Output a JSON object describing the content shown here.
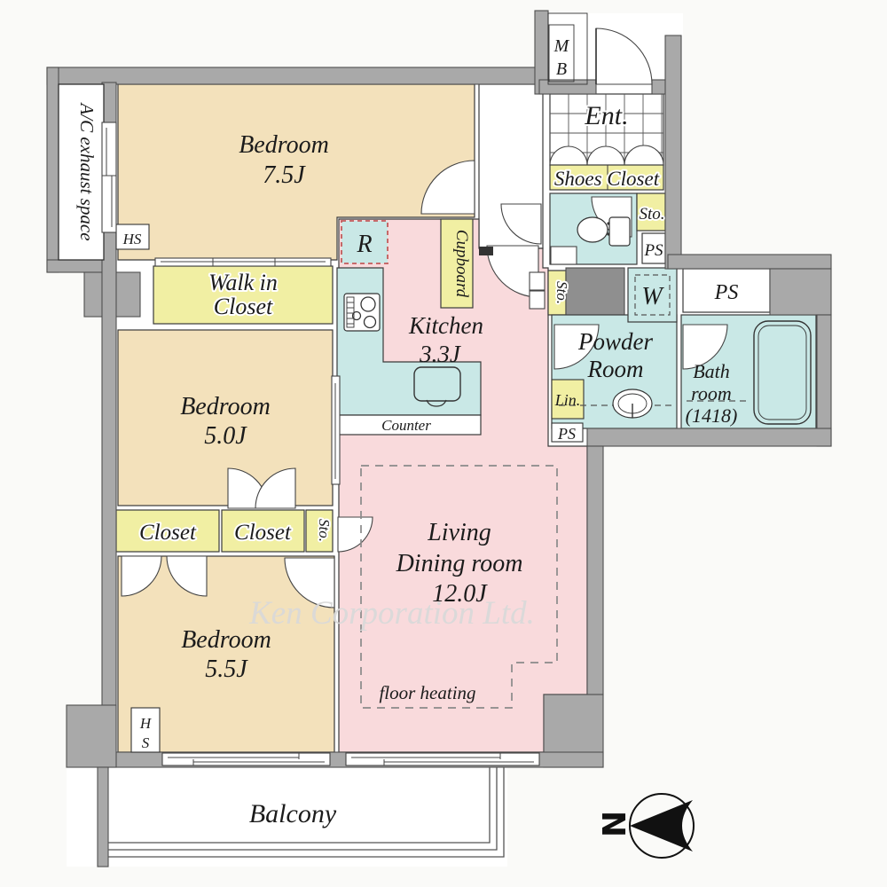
{
  "plan": {
    "watermark": "Ken Corporation Ltd.",
    "compass": {
      "north": "N"
    },
    "outdoor": {
      "balcony": "Balcony",
      "ac_space": "A/C exhaust space"
    },
    "entrance": {
      "hall": "Ent.",
      "shoes_closet": "Shoes Closet",
      "meter_box_m": "M",
      "meter_box_b": "B"
    },
    "rooms": {
      "bedroom_75": {
        "name": "Bedroom",
        "size": "7.5J"
      },
      "bedroom_50": {
        "name": "Bedroom",
        "size": "5.0J"
      },
      "bedroom_55": {
        "name": "Bedroom",
        "size": "5.5J"
      },
      "living_dining": {
        "line1": "Living",
        "line2": "Dining room",
        "size": "12.0J",
        "floor_note": "floor heating"
      },
      "kitchen": {
        "name": "Kitchen",
        "size": "3.3J",
        "counter": "Counter",
        "cupboard": "Cupboard",
        "refrigerator": "R"
      },
      "walk_in_closet": {
        "line1": "Walk in",
        "line2": "Closet"
      },
      "powder_room": {
        "line1": "Powder",
        "line2": "Room",
        "washer": "W",
        "linen": "Lin."
      },
      "bathroom": {
        "line1": "Bath",
        "line2": "room",
        "line3": "(1418)"
      }
    },
    "storage": {
      "closet_a": "Closet",
      "closet_b": "Closet",
      "sto_entry": "Sto.",
      "sto_corridor": "Sto.",
      "sto_hall": "Sto."
    },
    "shafts": {
      "ps_a": "PS",
      "ps_b": "PS",
      "ps_c": "PS",
      "hs_top": "HS",
      "hs_bottom_h": "H",
      "hs_bottom_s": "S"
    },
    "colors": {
      "bedroom_tan": "#F3E1BB",
      "closet_yellow": "#F1EFA3",
      "wet_area_blue": "#C9E8E6",
      "ldk_pink": "#F9DADC",
      "wall_gray": "#A9A9A9",
      "shaft_gray": "#8F8F8F",
      "background": "#FAFAF8"
    }
  }
}
